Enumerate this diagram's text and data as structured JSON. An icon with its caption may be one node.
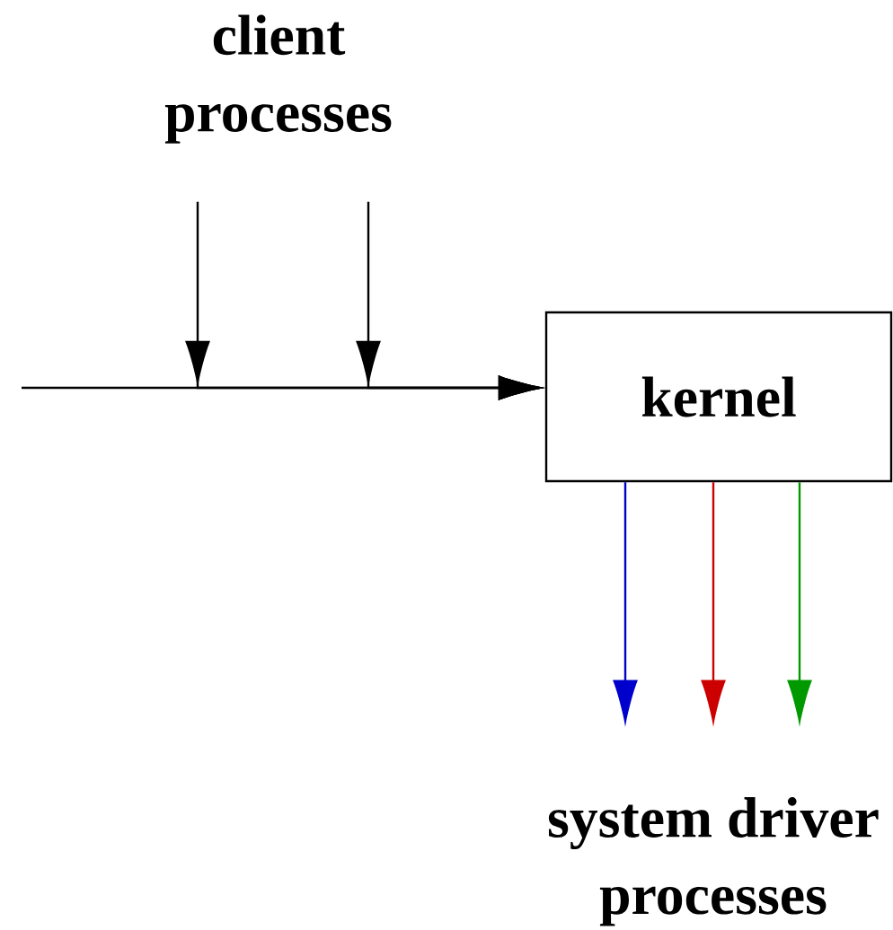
{
  "diagram": {
    "nodes": [
      {
        "text": [
          "client processes"
        ]
      },
      {
        "text": [
          "kernel"
        ]
      },
      {
        "text": [
          "system driver processes"
        ]
      }
    ],
    "edges": [
      {
        "from": null,
        "to": 1,
        "arrow": "to"
      },
      {
        "from": 0,
        "to": 1,
        "arrow": "to"
      },
      {
        "from": 0,
        "to": 1,
        "arrow": "to"
      },
      {
        "from": 1,
        "to": 2,
        "arrow": "to",
        "color": "#0000cc"
      },
      {
        "from": 1,
        "to": 2,
        "arrow": "to",
        "color": "#cc0000"
      },
      {
        "from": 1,
        "to": 2,
        "arrow": "to",
        "color": "#009900"
      }
    ]
  }
}
